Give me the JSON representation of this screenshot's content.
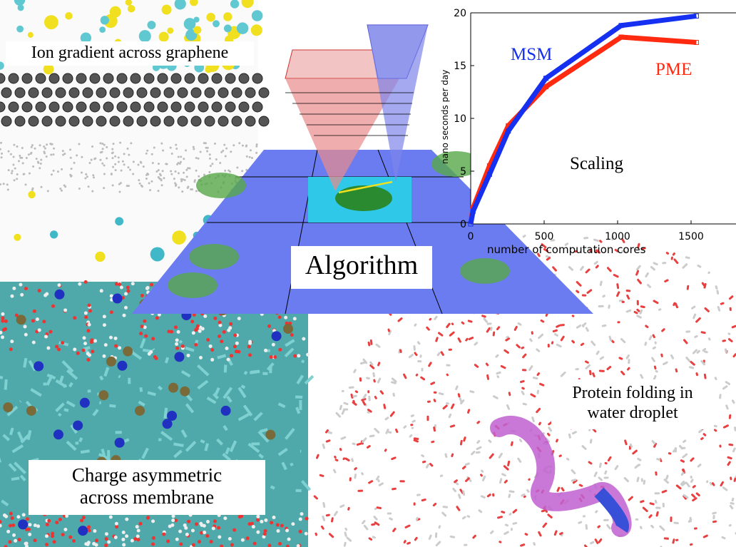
{
  "panels": {
    "graphene": {
      "label": "Ion gradient across graphene"
    },
    "membrane": {
      "label_line1": "Charge asymmetric",
      "label_line2": "across membrane"
    },
    "droplet": {
      "label_line1": "Protein folding in",
      "label_line2": "water droplet"
    },
    "algorithm": {
      "label": "Algorithm"
    }
  },
  "colors": {
    "msm": "#1530f0",
    "pme": "#ff2a10",
    "plane": "#6b7cf0",
    "membrane": "#4fb3b3"
  },
  "chart_data": {
    "type": "line",
    "title": "Scaling",
    "xlabel": "number of computation cores",
    "ylabel": "nano seconds per day",
    "xlim": [
      0,
      1800
    ],
    "ylim": [
      0,
      20
    ],
    "xticks": [
      0,
      500,
      1000,
      1500
    ],
    "yticks": [
      0,
      5,
      10,
      15,
      20
    ],
    "x": [
      0,
      16,
      128,
      256,
      512,
      1024,
      1536
    ],
    "series": [
      {
        "name": "MSM",
        "color": "#1530f0",
        "values": [
          0,
          1.2,
          4.7,
          8.8,
          13.8,
          18.8,
          19.7
        ]
      },
      {
        "name": "PME",
        "color": "#ff2a10",
        "values": [
          0,
          1.5,
          5.5,
          9.3,
          13.0,
          17.7,
          17.2
        ]
      }
    ]
  }
}
